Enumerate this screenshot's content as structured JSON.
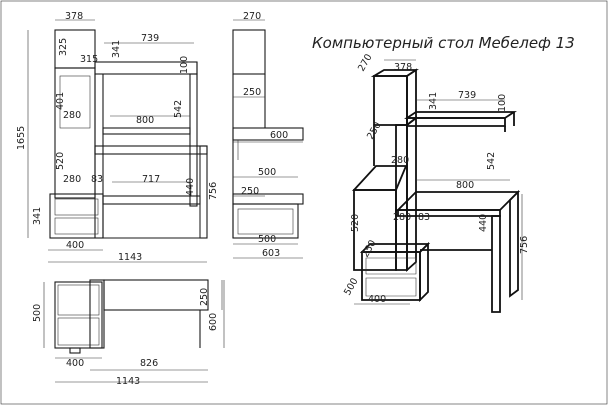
{
  "title": "Компьютерный стол Мебелеф 13",
  "front_view": {
    "overall_height": "1655",
    "top_width": "378",
    "top_box_height": "325",
    "top_box_inner": "315",
    "shelf_right_width": "739",
    "shelf_right_height": "341",
    "side_height": "100",
    "niche_height": "401",
    "niche_width": "280",
    "shelf_width": "800",
    "upper_gap": "542",
    "mid_height": "520",
    "lower_niche_width": "280",
    "lower_gap": "83",
    "desk_span": "717",
    "desk_clear": "440",
    "desk_height": "756",
    "drawer_height": "341",
    "base_width": "400",
    "overall_width": "1143"
  },
  "side_view": {
    "top_depth": "270",
    "shelf_depth": "250",
    "desk_depth": "600",
    "mid_depth": "500",
    "drawer_depth": "250",
    "base_depth": "500",
    "overall_depth": "603"
  },
  "plan_view": {
    "depth_left": "500",
    "depth_right": "250",
    "desk_depth": "600",
    "left_width": "400",
    "desk_width": "826",
    "overall_width": "1143"
  },
  "iso_view": {
    "top_depth": "270",
    "top_width": "378",
    "box_h": "341",
    "shelf_w": "739",
    "side_h": "100",
    "shelf_depth": "250",
    "niche_w": "280",
    "gap_h": "542",
    "mid_h": "520",
    "desk_w": "800",
    "niche2_w": "280",
    "gap2": "83",
    "leg_h": "440",
    "desk_h": "756",
    "drawer_d": "250",
    "base_d": "500",
    "base_w": "400"
  }
}
